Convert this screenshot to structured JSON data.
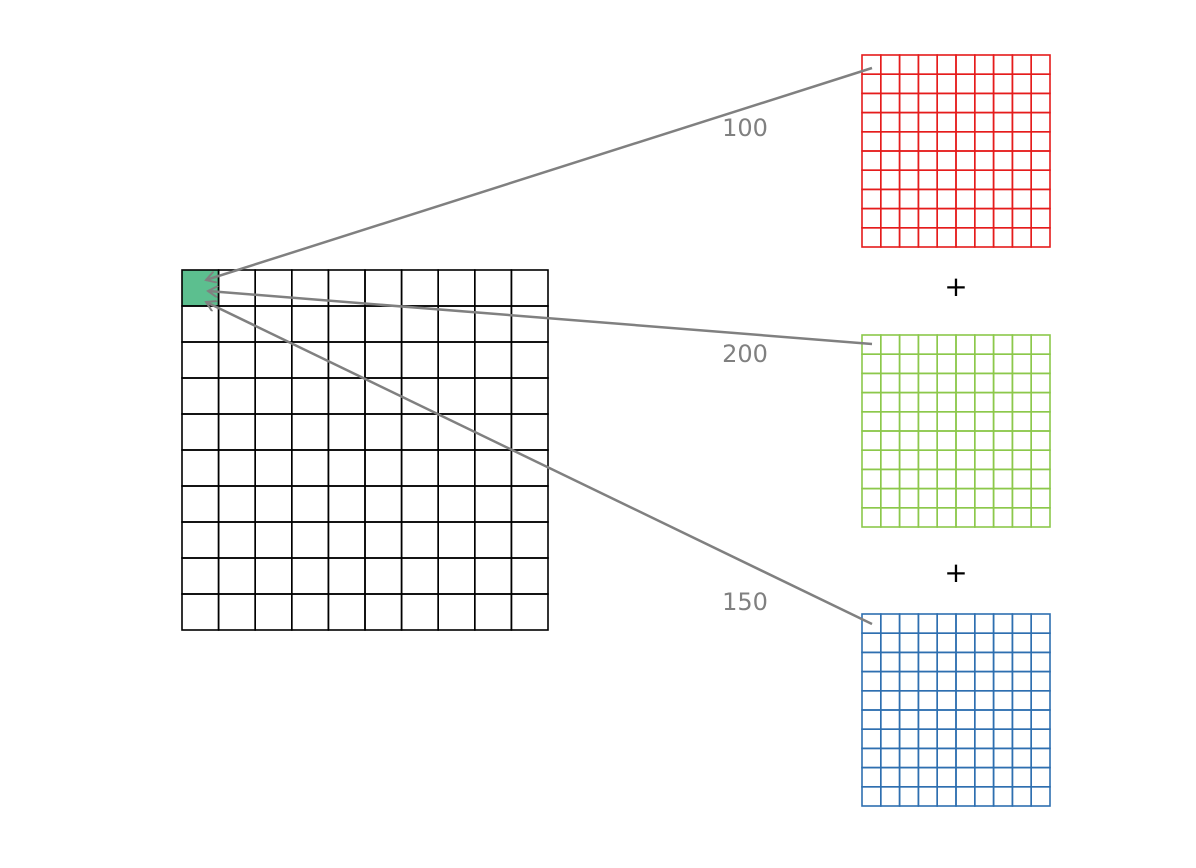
{
  "diagram": {
    "colors": {
      "output_grid": "#000000",
      "highlight_cell": "#5cbf8f",
      "arrow": "#808080",
      "label": "#808080",
      "operator": "#000000"
    },
    "output_grid": {
      "rows": 10,
      "cols": 10,
      "highlight_cell": [
        0,
        0
      ]
    },
    "channels": [
      {
        "color": "#e51c1c",
        "rows": 10,
        "cols": 10,
        "weight": "100"
      },
      {
        "color": "#8cc84b",
        "rows": 10,
        "cols": 10,
        "weight": "200"
      },
      {
        "color": "#2e6fb0",
        "rows": 10,
        "cols": 10,
        "weight": "150"
      }
    ],
    "operators": [
      "+",
      "+"
    ]
  }
}
